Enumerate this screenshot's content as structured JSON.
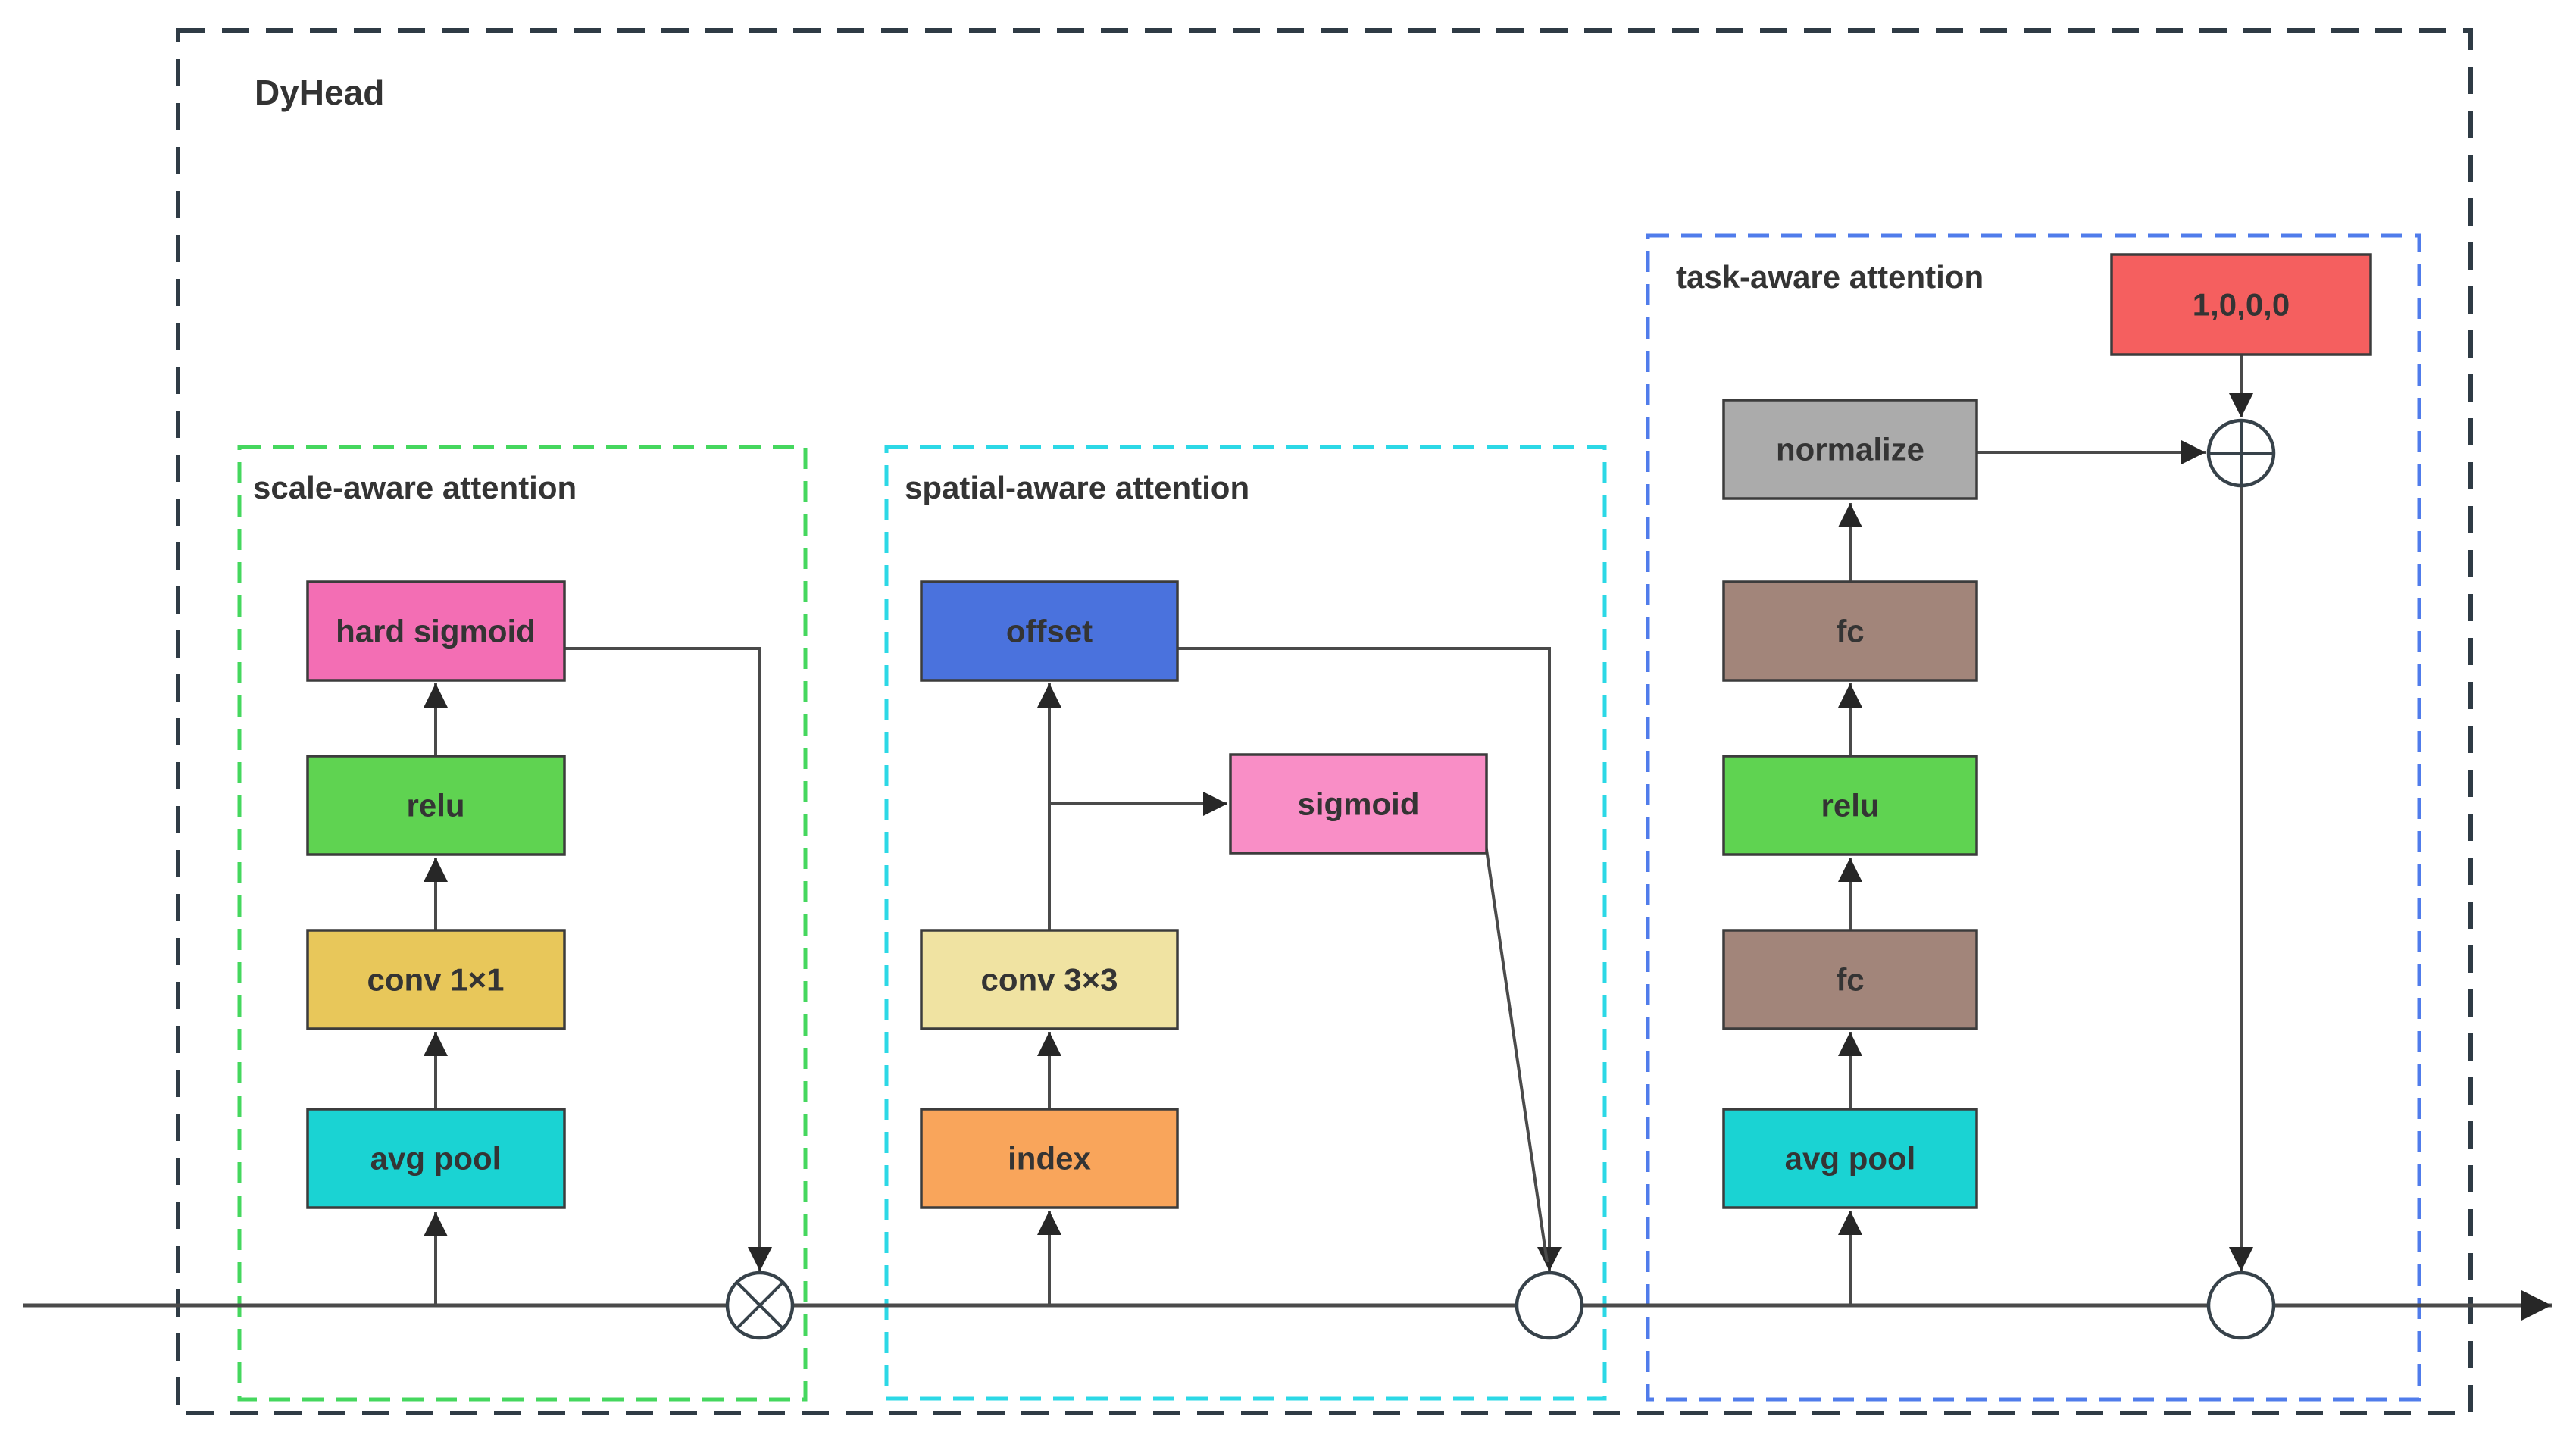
{
  "figure": {
    "title": "DyHead"
  },
  "sections": {
    "scale": {
      "label": "scale-aware attention",
      "border_color": "#45d75e"
    },
    "spatial": {
      "label": "spatial-aware attention",
      "border_color": "#2cd8e6"
    },
    "task": {
      "label": "task-aware attention",
      "border_color": "#507ceb"
    }
  },
  "nodes": {
    "scale_avg_pool": {
      "label": "avg pool",
      "color": "#1ad3d3"
    },
    "scale_conv1x1": {
      "label": "conv 1×1",
      "color": "#e8c75a"
    },
    "scale_relu": {
      "label": "relu",
      "color": "#5fd351"
    },
    "scale_hard_sigmoid": {
      "label": "hard sigmoid",
      "color": "#f36eb4"
    },
    "spatial_index": {
      "label": "index",
      "color": "#f9a55b"
    },
    "spatial_conv3x3": {
      "label": "conv 3×3",
      "color": "#f0e3a2"
    },
    "spatial_offset": {
      "label": "offset",
      "color": "#4a72dd"
    },
    "spatial_sigmoid": {
      "label": "sigmoid",
      "color": "#f98ec6"
    },
    "task_avg_pool": {
      "label": "avg pool",
      "color": "#1ad3d3"
    },
    "task_fc_lower": {
      "label": "fc",
      "color": "#a2857a"
    },
    "task_relu": {
      "label": "relu",
      "color": "#5fd351"
    },
    "task_fc_upper": {
      "label": "fc",
      "color": "#a2857a"
    },
    "task_normalize": {
      "label": "normalize",
      "color": "#ababab"
    },
    "task_one_hot": {
      "label": "1,0,0,0",
      "color": "#f55f5f"
    }
  },
  "style": {
    "outer_border_color": "#2f3b45",
    "line_color": "#4a4a4a",
    "text_color": "#343434",
    "background": "#ffffff"
  }
}
